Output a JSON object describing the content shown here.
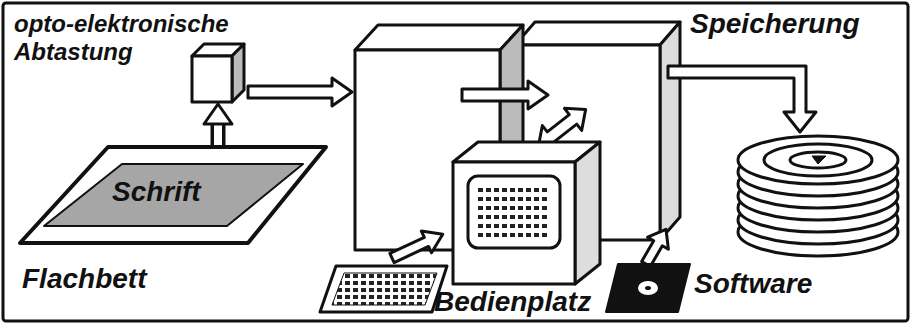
{
  "diagram": {
    "nodes": [
      {
        "text": [
          "opto-elektronische Abtastung"
        ]
      },
      {
        "text": [
          "Flachbett"
        ]
      },
      {
        "text": [
          "Schrift"
        ],
        "in": 1
      },
      {
        "text": [
          "Bedienplatz"
        ]
      },
      {
        "text": [
          "Software"
        ]
      },
      {
        "text": [
          "Speicherung"
        ]
      }
    ],
    "edges": [
      {
        "from": 2,
        "to": 0,
        "arrow": "to"
      }
    ]
  }
}
